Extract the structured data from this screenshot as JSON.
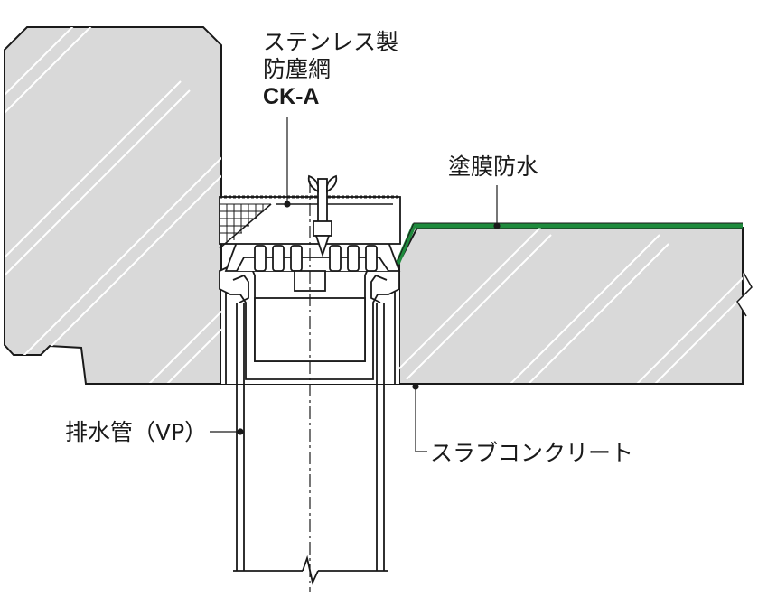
{
  "labels": {
    "product_line1": "ステンレス製",
    "product_line2": "防塵網",
    "product_model": "CK-A",
    "waterproofing": "塗膜防水",
    "drain_pipe": "排水管（VP）",
    "slab": "スラブコンクリート"
  },
  "colors": {
    "concrete": "#d9d9d9",
    "outline": "#1a1a1a",
    "membrane": "#1e8a3c",
    "background": "#ffffff"
  }
}
